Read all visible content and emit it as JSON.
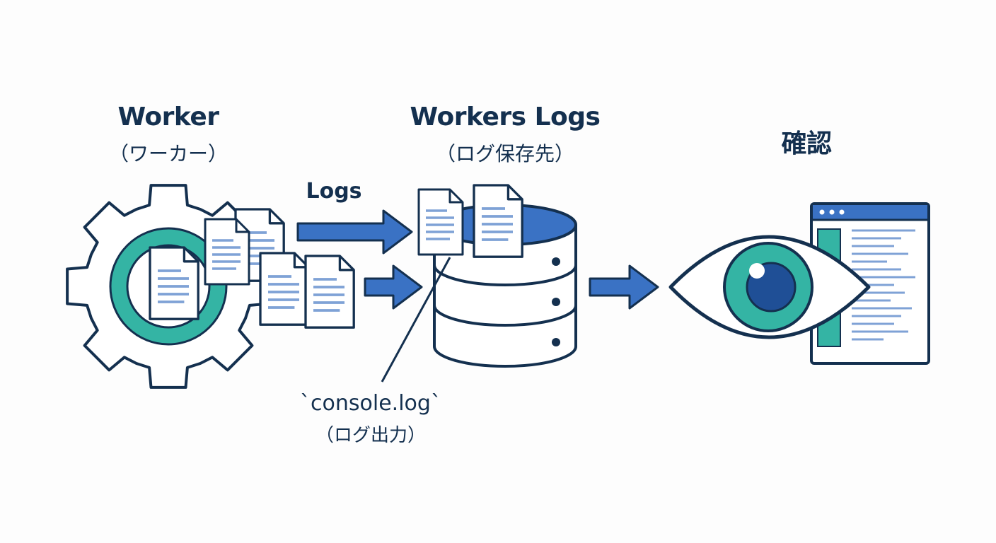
{
  "nodes": {
    "worker": {
      "title": "Worker",
      "subtitle": "（ワーカー）"
    },
    "storage": {
      "title": "Workers Logs",
      "subtitle": "（ログ保存先）"
    },
    "confirm": {
      "title": "確認"
    }
  },
  "edges": {
    "logs_label": "Logs",
    "console_title": "`console.log`",
    "console_subtitle": "（ログ出力）"
  },
  "icons": [
    "gear-icon",
    "document-icon",
    "database-icon",
    "arrow-right-icon",
    "eye-icon",
    "browser-window-icon"
  ],
  "colors": {
    "navy": "#14304f",
    "blue": "#3a72c4",
    "teal": "#34b4a4",
    "doc_line": "#7fa2d6",
    "eye_iris": "#1f4f96"
  }
}
